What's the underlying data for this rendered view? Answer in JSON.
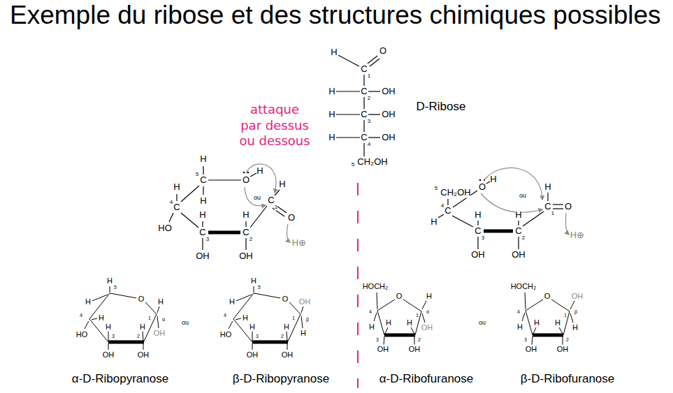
{
  "diagram": {
    "title": "Exemple du ribose et des structures chimiques possibles",
    "labels": [
      "attaque par dessus ou dessous",
      "D-Ribose",
      "H",
      "C",
      "1",
      "O",
      "H",
      "C",
      "OH",
      "2",
      "H",
      "C",
      "OH",
      "3",
      "H",
      "C",
      "OH",
      "4",
      "5",
      "CH₂OH",
      "H",
      "C",
      "5",
      "H",
      "O",
      "H",
      "ou",
      "C",
      "1",
      "H",
      "O",
      "H⊕",
      "C",
      "4",
      "H",
      "HO",
      "C",
      "3",
      "H",
      "OH",
      "C",
      "2",
      "H",
      "OH",
      "5",
      "CH₂OH",
      "O",
      "H",
      "ou",
      "C",
      "4",
      "H",
      "C",
      "1",
      "H",
      "O",
      "H⊕",
      "C",
      "3",
      "H",
      "OH",
      "C",
      "2",
      "H",
      "OH",
      "H",
      "5",
      "H",
      "O",
      "H",
      "1",
      "α",
      "OH",
      "4",
      "HO",
      "H",
      "H",
      "3",
      "OH",
      "H",
      "2",
      "OH",
      "ou",
      "H",
      "5",
      "H",
      "O",
      "OH",
      "1",
      "β",
      "H",
      "4",
      "HO",
      "H",
      "H",
      "3",
      "OH",
      "H",
      "2",
      "OH",
      "HOCH₂",
      "4",
      "O",
      "H",
      "1",
      "α",
      "OH",
      "H",
      "H",
      "3",
      "OH",
      "H",
      "2",
      "OH",
      "ou",
      "HOCH₂",
      "4",
      "O",
      "OH",
      "1",
      "β",
      "H",
      "H",
      "H",
      "3",
      "OH",
      "H",
      "2",
      "OH",
      "α-D-Ribopyranose",
      "β-D-Ribopyranose",
      "α-D-Ribofuranose",
      "β-D-Ribofuranose"
    ]
  }
}
